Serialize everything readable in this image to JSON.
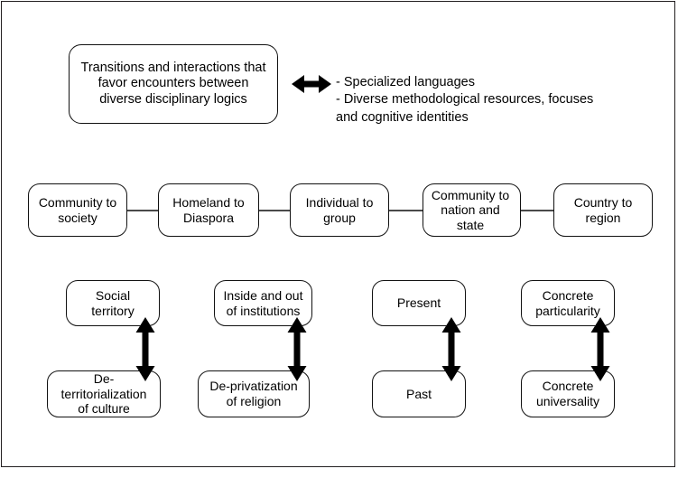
{
  "diagram": {
    "header": {
      "box_text": "Transitions and interactions that\nfavor encounters between\ndiverse disciplinary logics",
      "arrow_icon": "double-headed-horizontal-arrow",
      "legend_text": "- Specialized languages\n- Diverse methodological resources, focuses\nand cognitive identities"
    },
    "chain": {
      "connector_icon": "horizontal-line-connector",
      "nodes": [
        {
          "text": "Community to\nsociety"
        },
        {
          "text": "Homeland to\nDiaspora"
        },
        {
          "text": "Individual to\ngroup"
        },
        {
          "text": "Community to\nnation and\nstate"
        },
        {
          "text": "Country to\nregion"
        }
      ]
    },
    "pairs": [
      {
        "top": "Social\nterritory",
        "bottom": "De-territorialization\nof culture",
        "arrow_icon": "double-headed-vertical-arrow"
      },
      {
        "top": "Inside and out\nof institutions",
        "bottom": "De-privatization\nof religion",
        "arrow_icon": "double-headed-vertical-arrow"
      },
      {
        "top": "Present",
        "bottom": "Past",
        "arrow_icon": "double-headed-vertical-arrow"
      },
      {
        "top": "Concrete\nparticularity",
        "bottom": "Concrete\nuniversality",
        "arrow_icon": "double-headed-vertical-arrow"
      }
    ],
    "colors": {
      "stroke": "#111111",
      "frame": "#231f20",
      "connector": "#4a4a4a",
      "background": "#ffffff"
    }
  }
}
